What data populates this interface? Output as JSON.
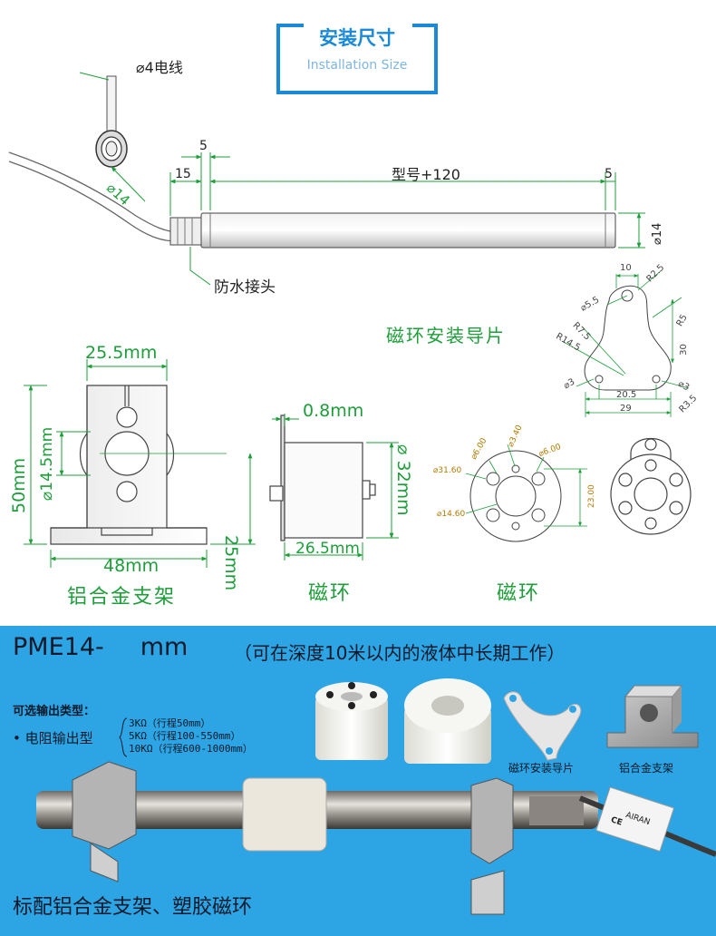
{
  "title": {
    "chinese": "安装尺寸",
    "english": "Installation Size"
  },
  "sensor_drawing": {
    "cable_label": "⌀4电线",
    "ring_diameter": "⌀14",
    "dim_top_5": "5",
    "dim_15": "15",
    "dim_model": "型号+120",
    "dim_right_5": "5",
    "dim_body_dia": "⌀14",
    "waterproof_joint": "防水接头"
  },
  "guide_plate": {
    "title": "磁环安装导片",
    "dims": {
      "d10": "10",
      "r25": "R2.5",
      "d55": "⌀5.5",
      "r5": "R5",
      "r75": "R7.5",
      "r145": "R14.5",
      "d30": "30",
      "d3a": "⌀3",
      "d3b": "⌀3",
      "r35": "R3.5",
      "d205": "20.5",
      "d29": "29"
    }
  },
  "bracket": {
    "width_top": "25.5mm",
    "height": "50mm",
    "hole": "⌀14.5mm",
    "center_height": "25mm",
    "width_base": "48mm",
    "caption": "铝合金支架"
  },
  "magnet_ring_side": {
    "thickness": "0.8mm",
    "length": "26.5mm",
    "diameter": "⌀ 32mm",
    "caption": "磁环"
  },
  "magnet_ring_front": {
    "dims": {
      "d340": "⌀3.40",
      "d600a": "⌀6.00",
      "d600b": "⌀6.00",
      "d3160": "⌀31.60",
      "d2300": "23.00",
      "d1460": "⌀14.60"
    },
    "caption": "磁环"
  },
  "banner": {
    "model": "PME14-",
    "unit": "mm",
    "description": "（可在深度10米以内的液体中长期工作）",
    "output_title": "可选输出类型：",
    "output_type": "• 电阻输出型",
    "output_options": [
      "3KΩ（行程50mm）",
      "5KΩ（行程100-550mm）",
      "10KΩ（行程600-1000mm）"
    ],
    "caption_guide": "磁环安装导片",
    "caption_bracket": "铝合金支架",
    "label_mark": "AIRAN",
    "ce_mark": "CE",
    "standard_fit": "标配铝合金支架、塑胶磁环"
  },
  "colors": {
    "dimension_green": "#1e9e3a",
    "title_blue": "#1a8ad8",
    "banner_blue": "#2da4e3"
  }
}
